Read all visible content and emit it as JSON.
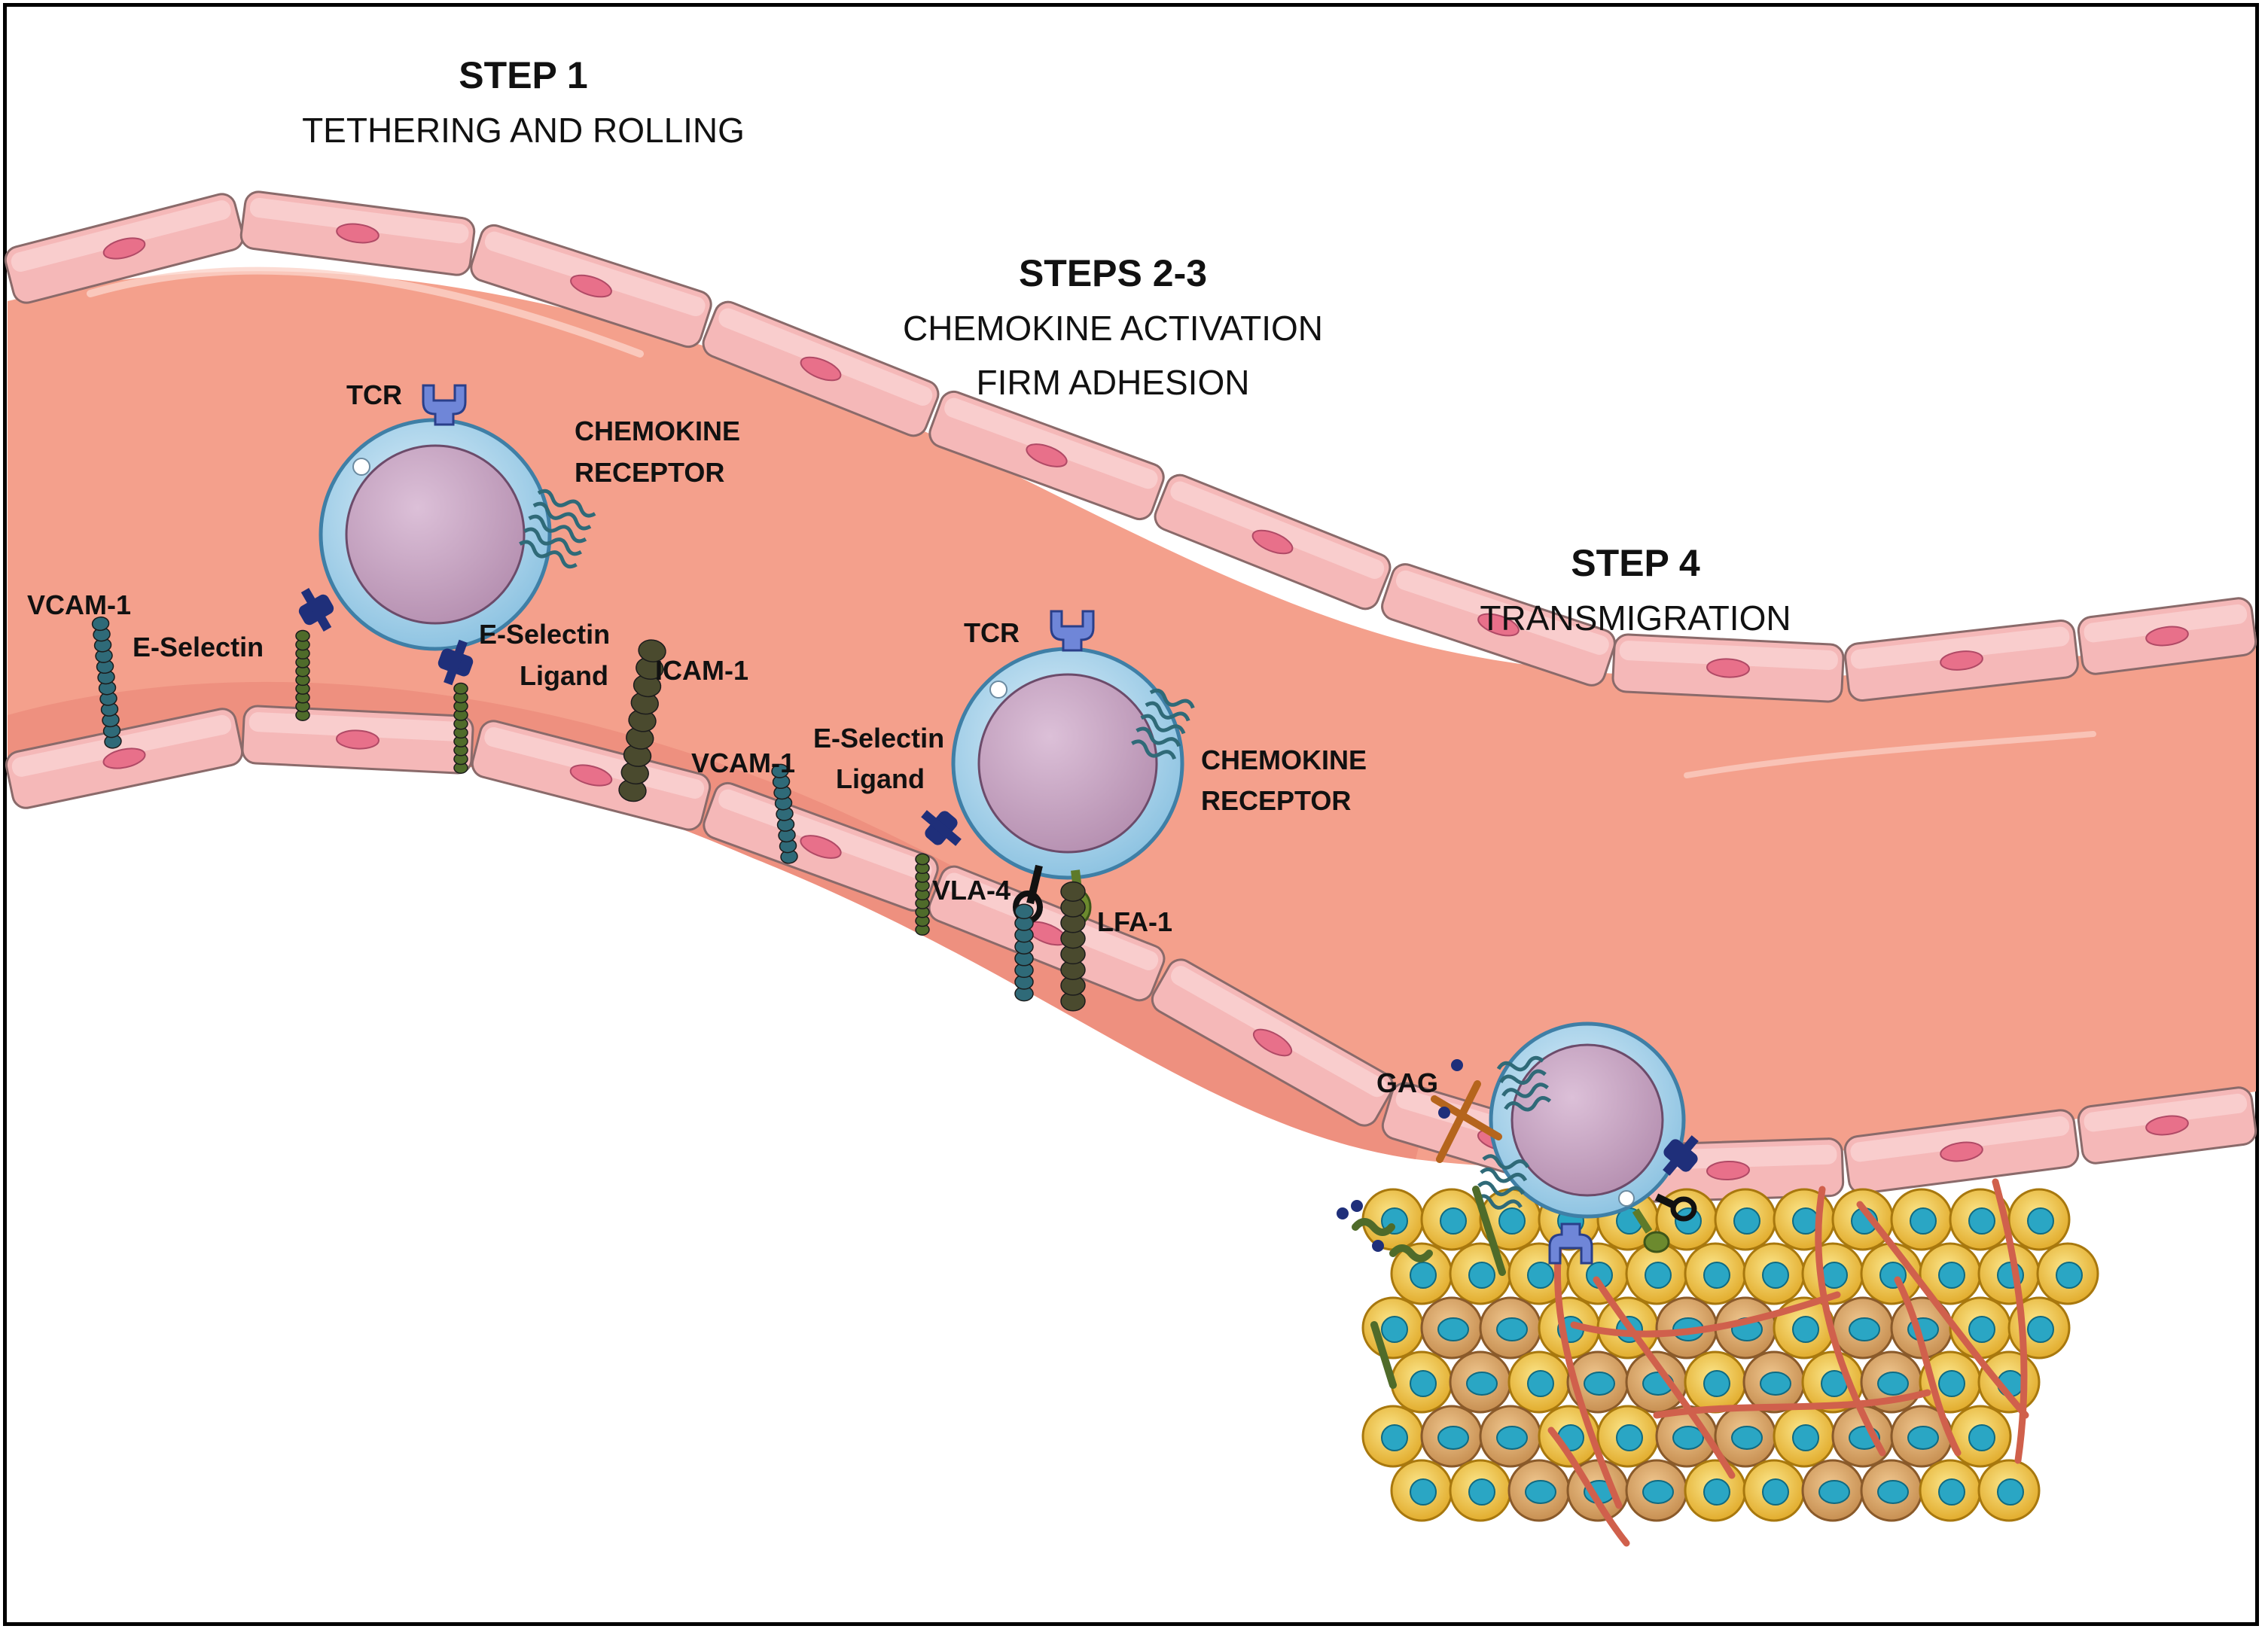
{
  "steps": {
    "step1": {
      "title": "STEP 1",
      "subtitle": "TETHERING AND ROLLING"
    },
    "step23": {
      "title": "STEPS  2-3",
      "subtitle_line1": "CHEMOKINE ACTIVATION",
      "subtitle_line2": "FIRM ADHESION"
    },
    "step4": {
      "title": "STEP 4",
      "subtitle": "TRANSMIGRATION"
    }
  },
  "labels": {
    "tcr_1": "TCR",
    "chemokine_receptor_1_line1": "CHEMOKINE",
    "chemokine_receptor_1_line2": "RECEPTOR",
    "vcam1_1": "VCAM-1",
    "e_selectin": "E-Selectin",
    "e_selectin_ligand_1_line1": "E-Selectin",
    "e_selectin_ligand_1_line2": "Ligand",
    "icam1": "ICAM-1",
    "tcr_2": "TCR",
    "vcam1_2": "VCAM-1",
    "e_selectin_ligand_2_line1": "E-Selectin",
    "e_selectin_ligand_2_line2": "Ligand",
    "chemokine_receptor_2_line1": "CHEMOKINE",
    "chemokine_receptor_2_line2": "RECEPTOR",
    "vla4": "VLA-4",
    "lfa1": "LFA-1",
    "gag": "GAG"
  },
  "colors": {
    "vessel_lumen": "#f4a08c",
    "endothelial_cell": "#f5b8b8",
    "endothelial_nucleus": "#e8708a",
    "lymphocyte_membrane": "#a9d4ec",
    "lymphocyte_nucleus": "#c8a2c0",
    "tcr": "#6f86d8",
    "vcam1": "#2f6a78",
    "e_selectin": "#4f6b2a",
    "e_selectin_ligand": "#1f2f7a",
    "icam1": "#4a4a2e",
    "lfa1": "#5e7a2a",
    "gag": "#b5651d",
    "tissue_cell_yellow": "#f1c63a",
    "tissue_cell_tan": "#d9a86b",
    "tissue_nucleus": "#2aa6c4",
    "tissue_fibers": "#d0604c"
  }
}
